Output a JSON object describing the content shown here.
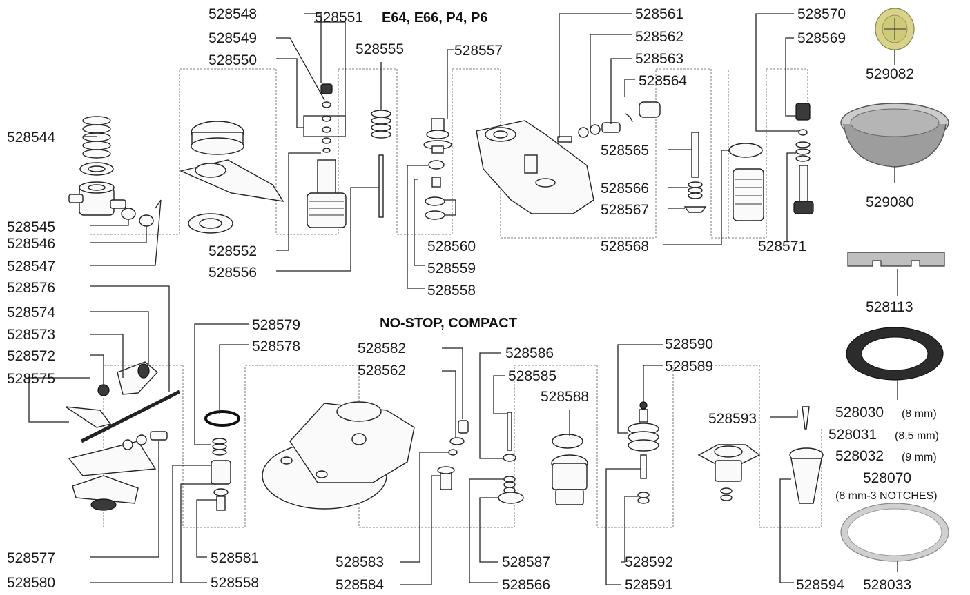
{
  "headings": {
    "models_top": "E64, E66, P4, P6",
    "models_bottom": "NO-STOP, COMPACT"
  },
  "labels": {
    "p528548": "528548",
    "p528549": "528549",
    "p528550": "528550",
    "p528551": "528551",
    "p528544": "528544",
    "p528545": "528545",
    "p528546": "528546",
    "p528547": "528547",
    "p528552": "528552",
    "p528555": "528555",
    "p528556": "528556",
    "p528557": "528557",
    "p528560": "528560",
    "p528559": "528559",
    "p528558a": "528558",
    "p528561": "528561",
    "p528562a": "528562",
    "p528563": "528563",
    "p528564": "528564",
    "p528565": "528565",
    "p528566a": "528566",
    "p528567": "528567",
    "p528568": "528568",
    "p528570": "528570",
    "p528569": "528569",
    "p528571": "528571",
    "p528576": "528576",
    "p528574": "528574",
    "p528573": "528573",
    "p528572": "528572",
    "p528575": "528575",
    "p528579": "528579",
    "p528578": "528578",
    "p528577": "528577",
    "p528580": "528580",
    "p528581": "528581",
    "p528558b": "528558",
    "p528582": "528582",
    "p528562b": "528562",
    "p528583": "528583",
    "p528584": "528584",
    "p528586": "528586",
    "p528585": "528585",
    "p528587": "528587",
    "p528566b": "528566",
    "p528588": "528588",
    "p528590": "528590",
    "p528589": "528589",
    "p528592": "528592",
    "p528591": "528591",
    "p528593": "528593",
    "p528594": "528594",
    "p529082": "529082",
    "p529080": "529080",
    "p528113": "528113",
    "p528030": "528030",
    "p528030_note": "(8 mm)",
    "p528031": "528031",
    "p528031_note": "(8,5 mm)",
    "p528032": "528032",
    "p528032_note": "(9 mm)",
    "p528070": "528070",
    "p528070_note": "(8 mm-3 NOTCHES)",
    "p528033": "528033"
  }
}
